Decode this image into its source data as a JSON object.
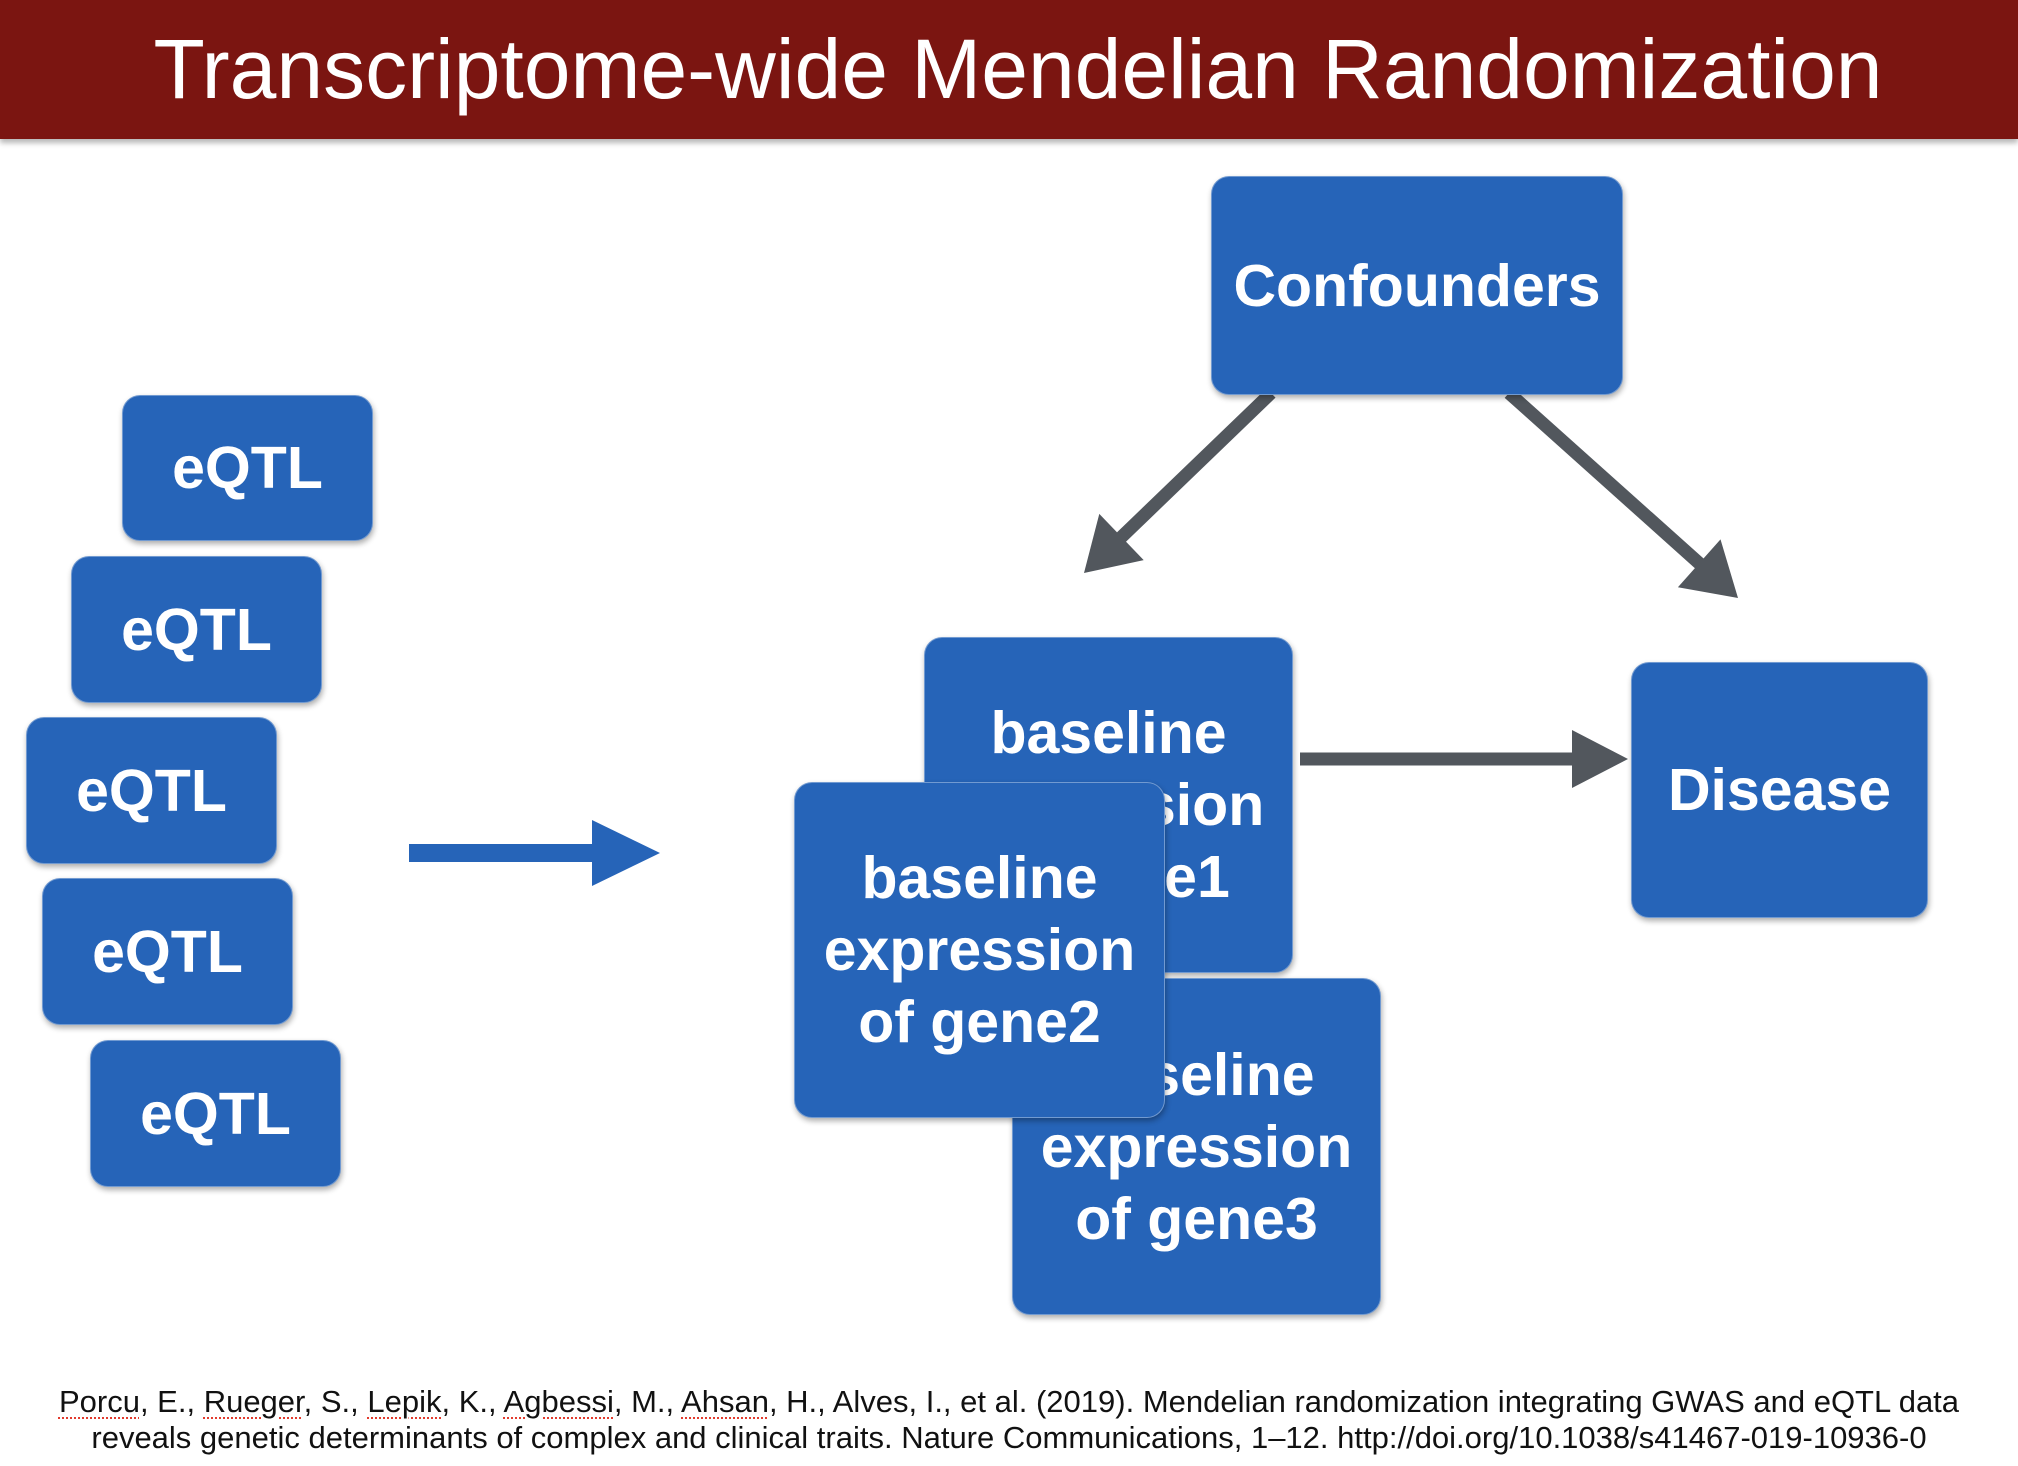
{
  "title": "Transcriptome-wide Mendelian Randomization",
  "eqtl_boxes": [
    "eQTL",
    "eQTL",
    "eQTL",
    "eQTL",
    "eQTL"
  ],
  "gene_boxes": [
    {
      "lines": [
        "baseline",
        "expression",
        "of gene1"
      ]
    },
    {
      "lines": [
        "baseline",
        "expression",
        "of gene2"
      ]
    },
    {
      "lines": [
        "baseline",
        "expression",
        "of gene3"
      ]
    }
  ],
  "confounders_box": "Confounders",
  "disease_box": "Disease",
  "citation": {
    "line1": [
      "Porcu",
      ", E., ",
      "Rueger",
      ", S., ",
      "Lepik",
      ", K., ",
      "Agbessi",
      ", M., ",
      "Ahsan",
      ", H., Alves, I., et al. (2019). Mendelian randomization integrating GWAS and eQTL data"
    ],
    "line2": "reveals genetic determinants of complex and clinical traits. Nature Communications, 1–12. http://doi.org/10.1038/s41467-019-10936-0"
  },
  "colors": {
    "title_bar": "#7b1511",
    "title_text": "#ffffff",
    "box": "#2664b8",
    "box_text": "#ffffff",
    "arrow_blue": "#2664b8",
    "arrow_gray": "#52575d",
    "citation_text": "#111111",
    "spellcheck_underline": "#e23b2e"
  }
}
